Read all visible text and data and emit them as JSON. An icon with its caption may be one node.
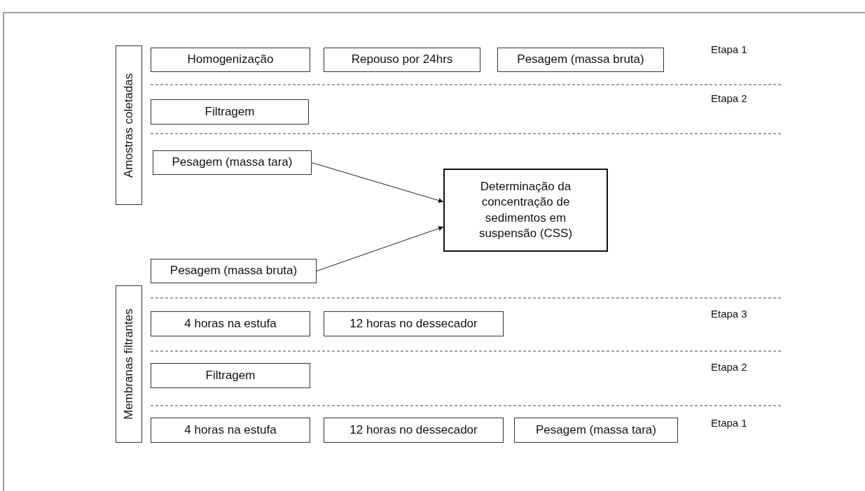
{
  "diagram": {
    "nodes": [
      {
        "text": [
          "Amostras coletadas"
        ]
      },
      {
        "text": [
          "Homogenização"
        ]
      },
      {
        "text": [
          "Repouso por 24hrs"
        ]
      },
      {
        "text": [
          "Pesagem (massa bruta)"
        ]
      },
      {
        "text": [
          "Filtragem"
        ]
      },
      {
        "text": [
          "Pesagem (massa tara)"
        ]
      },
      {
        "text": [
          "Determinação da concentração de sedimentos em suspensão (CSS)"
        ]
      },
      {
        "text": [
          "Pesagem (massa bruta)"
        ]
      },
      {
        "text": [
          "Membranas filtrantes"
        ]
      },
      {
        "text": [
          "4 horas na estufa"
        ]
      },
      {
        "text": [
          "12 horas no dessecador"
        ]
      },
      {
        "text": [
          "Filtragem"
        ]
      },
      {
        "text": [
          "4 horas na estufa"
        ]
      },
      {
        "text": [
          "12 horas no dessecador"
        ]
      },
      {
        "text": [
          "Pesagem (massa tara)"
        ]
      }
    ],
    "edges": [
      {
        "from": 5,
        "to": 6,
        "arrow": "to"
      },
      {
        "from": 7,
        "to": 6,
        "arrow": "to"
      }
    ],
    "labels": [
      "Etapa 1",
      "Etapa 2",
      "Etapa 3",
      "Etapa 2",
      "Etapa 1"
    ]
  }
}
